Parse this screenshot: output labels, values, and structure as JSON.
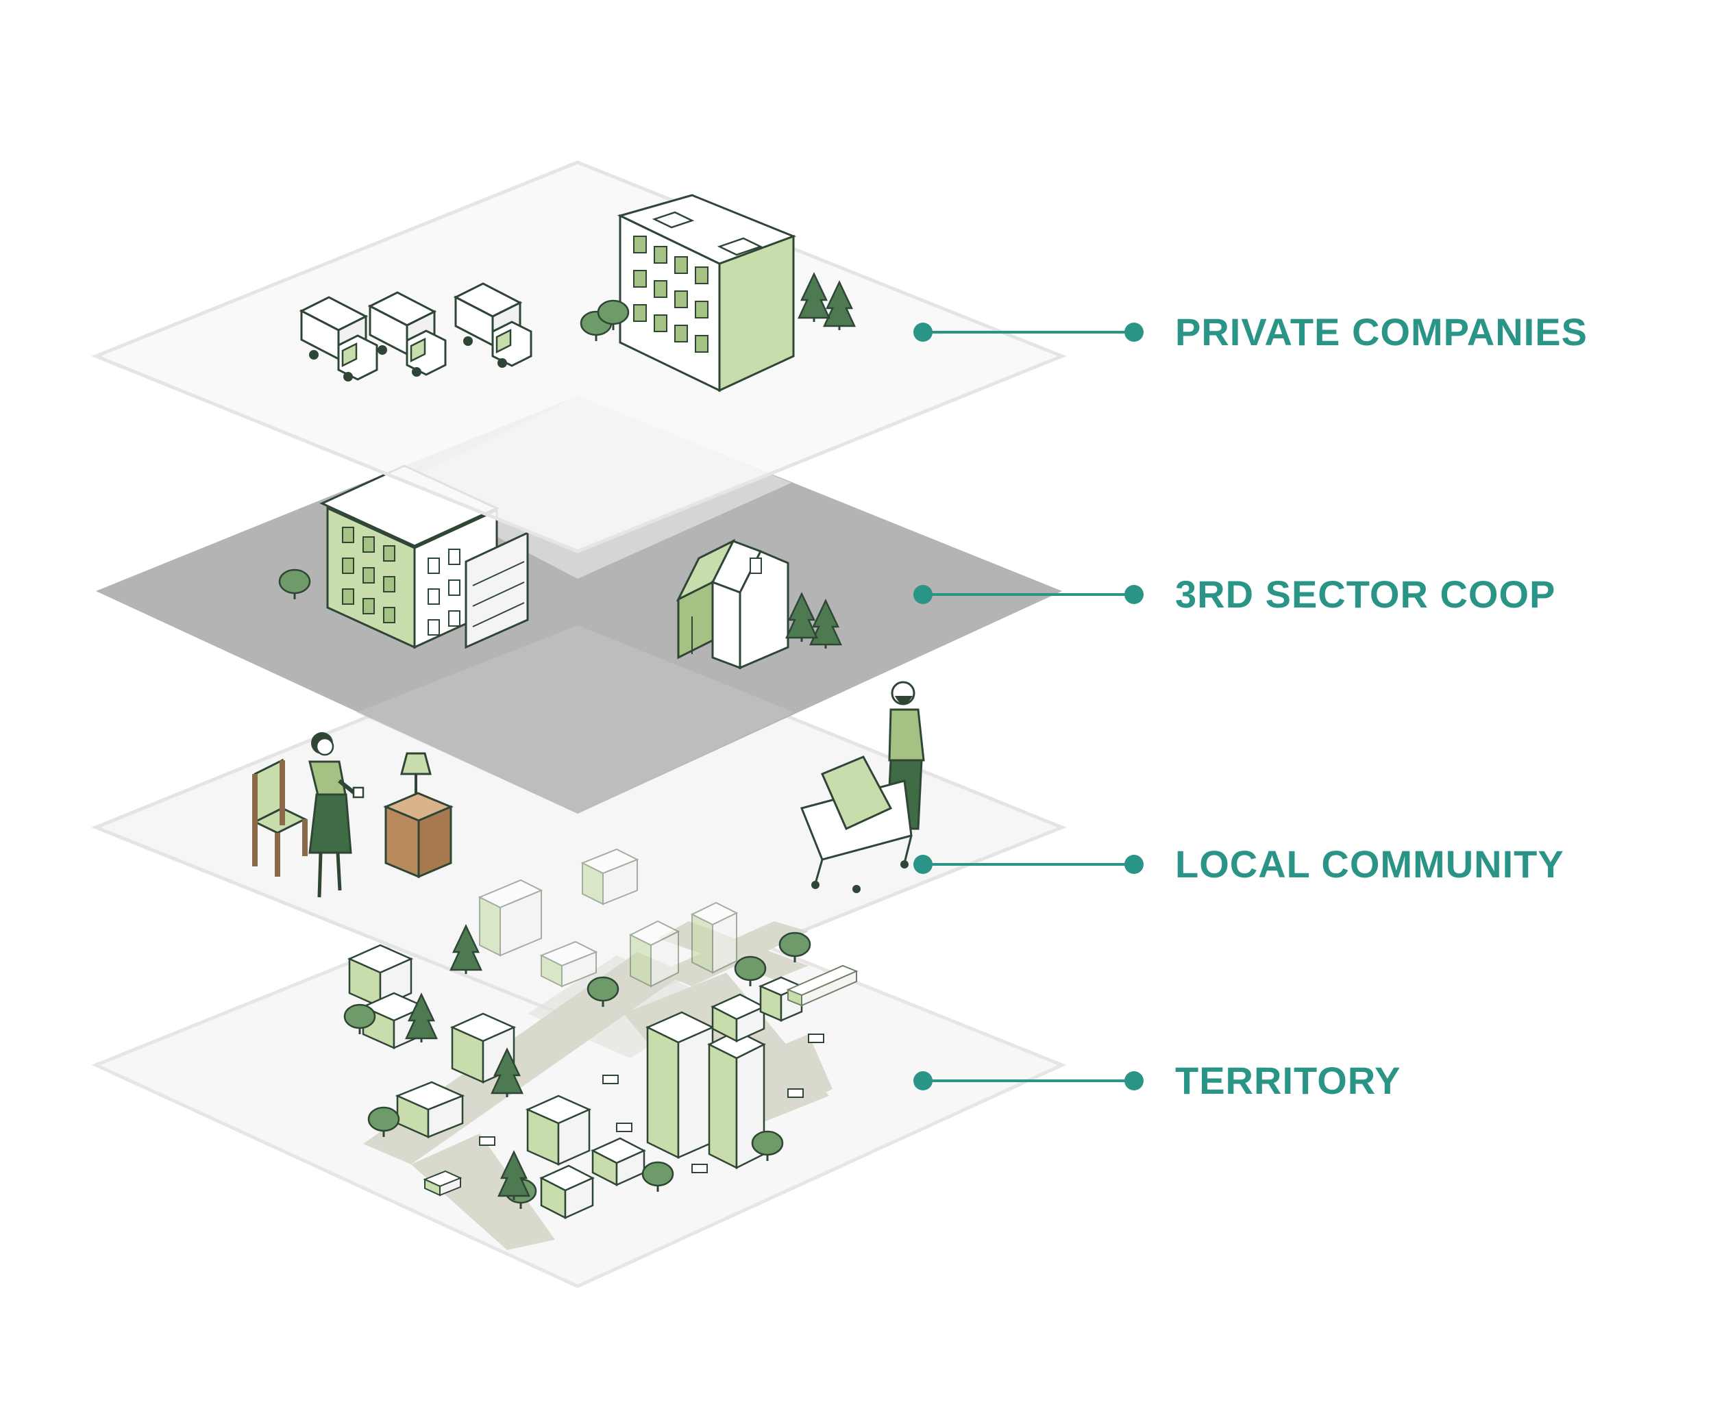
{
  "layers": [
    {
      "id": "private",
      "label": "PRIVATE COMPANIES",
      "color": "#2a9487",
      "icons": [
        "delivery-truck-icon",
        "apartment-building-icon",
        "pine-tree-icon"
      ]
    },
    {
      "id": "coop",
      "label": "3RD SECTOR COOP",
      "color": "#2a9487",
      "icons": [
        "residential-building-icon",
        "house-icon",
        "pine-tree-icon"
      ]
    },
    {
      "id": "community",
      "label": "LOCAL COMMUNITY",
      "color": "#2a9487",
      "icons": [
        "woman-with-cup-icon",
        "chair-icon",
        "lamp-icon",
        "side-cabinet-icon",
        "man-with-cart-icon"
      ]
    },
    {
      "id": "territory",
      "label": "TERRITORY",
      "color": "#2a9487",
      "icons": [
        "city-block-icon",
        "road-icon",
        "tree-icon",
        "car-icon",
        "bus-icon",
        "train-icon"
      ]
    }
  ],
  "colors": {
    "accent": "#2a9487",
    "green_light": "#c9dcab",
    "green_mid": "#a6c184",
    "green_dark": "#3f6b45",
    "outline": "#2f4636",
    "plane_light": "#f7f7f7",
    "plane_dark": "#b4b4b4"
  }
}
